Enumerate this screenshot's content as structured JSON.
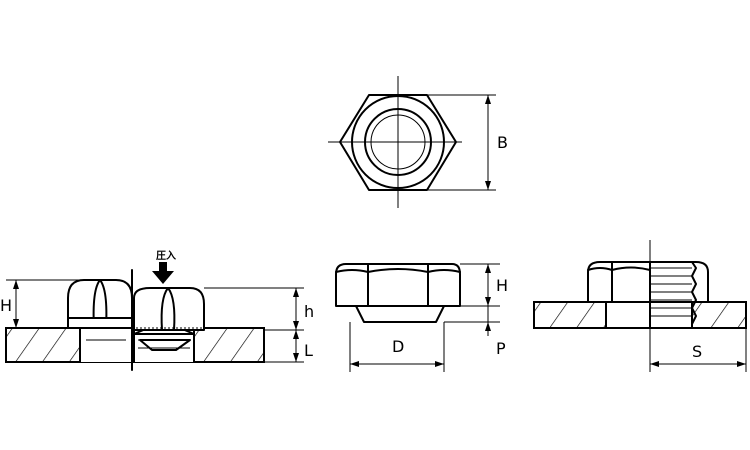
{
  "labels": {
    "press_in": "圧入",
    "B": "B",
    "H_left": "H",
    "h": "h",
    "L": "L",
    "H_side": "H",
    "P": "P",
    "D": "D",
    "S": "S"
  }
}
